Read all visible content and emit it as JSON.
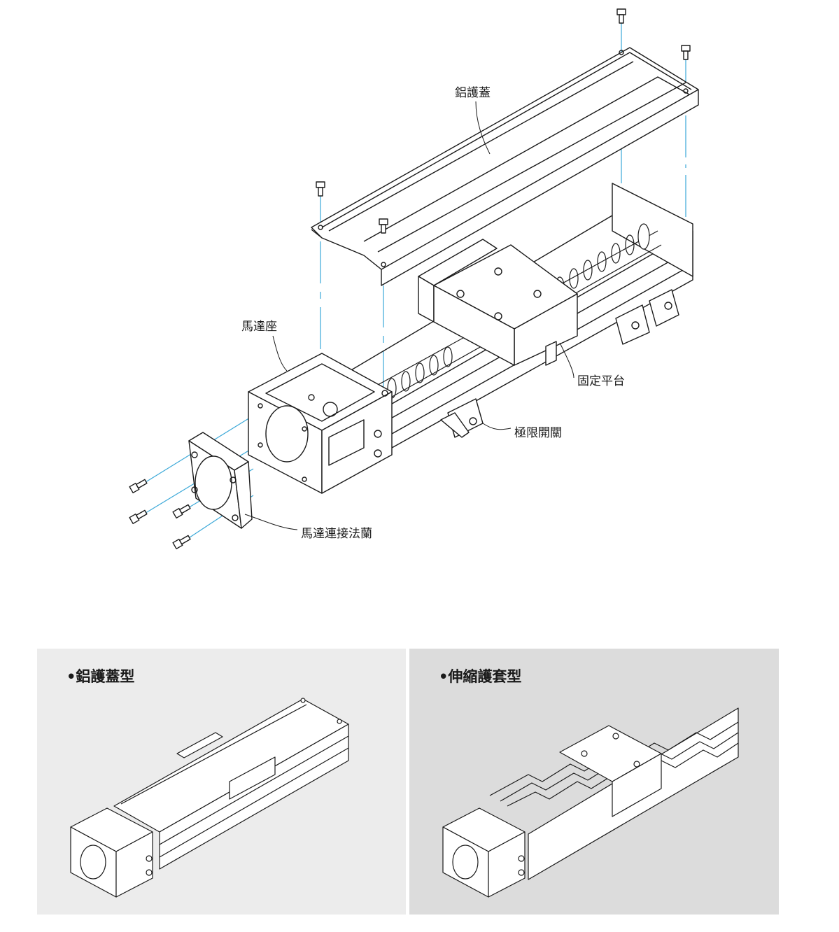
{
  "callouts": {
    "aluminum_cover": "鋁護蓋",
    "motor_base": "馬達座",
    "fixed_platform": "固定平台",
    "limit_switch": "極限開關",
    "motor_flange": "馬達連接法蘭"
  },
  "panels": {
    "left_title": "•鋁護蓋型",
    "right_title": "•伸縮護套型"
  },
  "colors": {
    "leader_blue": "#3aa8d8",
    "line": "#1a1a1a",
    "panel_left_bg": "#ececec",
    "panel_right_bg": "#dcdcdc"
  }
}
